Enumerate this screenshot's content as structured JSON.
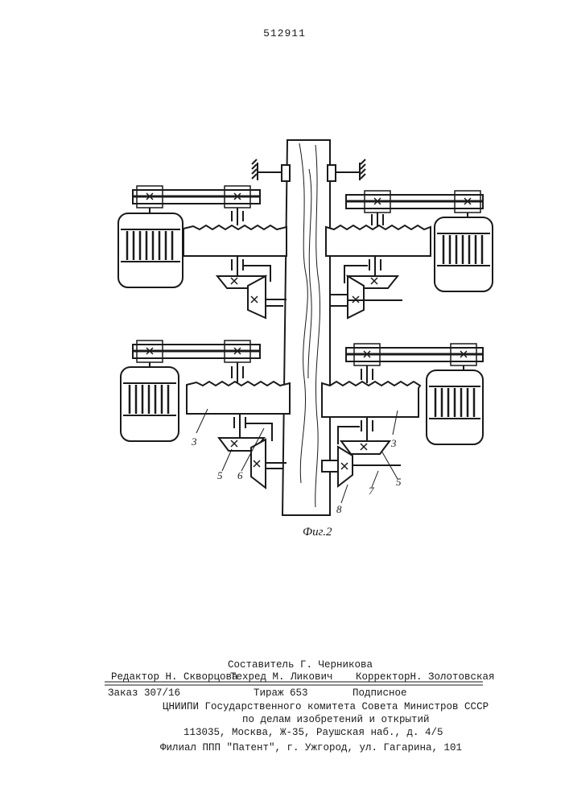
{
  "header": {
    "patent_number": "512911"
  },
  "figure": {
    "caption": "Фиг.2",
    "labels": {
      "l3a": "3",
      "l3b": "3",
      "l5a": "5",
      "l5b": "5",
      "l6": "6",
      "l7": "7",
      "l8": "8"
    }
  },
  "imprint": {
    "compiler": "Составитель Г. Черникова",
    "editor": "Редактор Н. Скворцова",
    "techred": "Техред  М. Ликович",
    "corrector": "КорректорН. Золотовская",
    "order": "Заказ 307/16",
    "print_run": "Тираж  653",
    "subscription": "Подписное",
    "org_line1": "ЦНИИПИ Государственного комитета Совета Министров СССР",
    "org_line2": "по делам изобретений и открытий",
    "address": "113035, Москва, Ж-35, Раушская наб., д. 4/5",
    "branch": "Филиал ППП \"Патент\", г. Ужгород, ул. Гагарина, 101"
  }
}
